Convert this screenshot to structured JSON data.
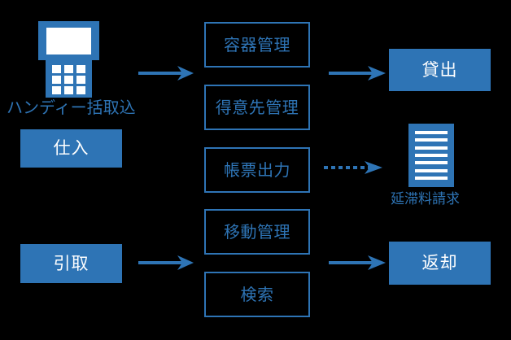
{
  "diagram": {
    "title": "container management system flow",
    "background_color": "#000000",
    "accent_color": "#2E74B5",
    "text_on_fill_color": "#FFFFFF"
  },
  "left_column": {
    "scanner": {
      "icon": "handheld-terminal-icon",
      "caption": "ハンディー括取込"
    },
    "boxes": [
      {
        "label": "仕入"
      },
      {
        "label": "引取"
      }
    ]
  },
  "middle_column": {
    "boxes": [
      {
        "label": "容器管理"
      },
      {
        "label": "得意先管理"
      },
      {
        "label": "帳票出力"
      },
      {
        "label": "移動管理"
      },
      {
        "label": "検索"
      }
    ]
  },
  "right_column": {
    "boxes": [
      {
        "label": "貸出"
      },
      {
        "label": "返却"
      }
    ],
    "document": {
      "icon": "document-icon",
      "caption": "延滞料請求",
      "line_count": 7
    }
  },
  "arrows": [
    {
      "name": "arrow-scanner-to-modules",
      "style": "solid"
    },
    {
      "name": "arrow-modules-to-lending",
      "style": "solid"
    },
    {
      "name": "arrow-report-to-overdue-billing",
      "style": "dashed"
    },
    {
      "name": "arrow-collection-to-modules",
      "style": "solid"
    },
    {
      "name": "arrow-modules-to-return",
      "style": "solid"
    }
  ]
}
